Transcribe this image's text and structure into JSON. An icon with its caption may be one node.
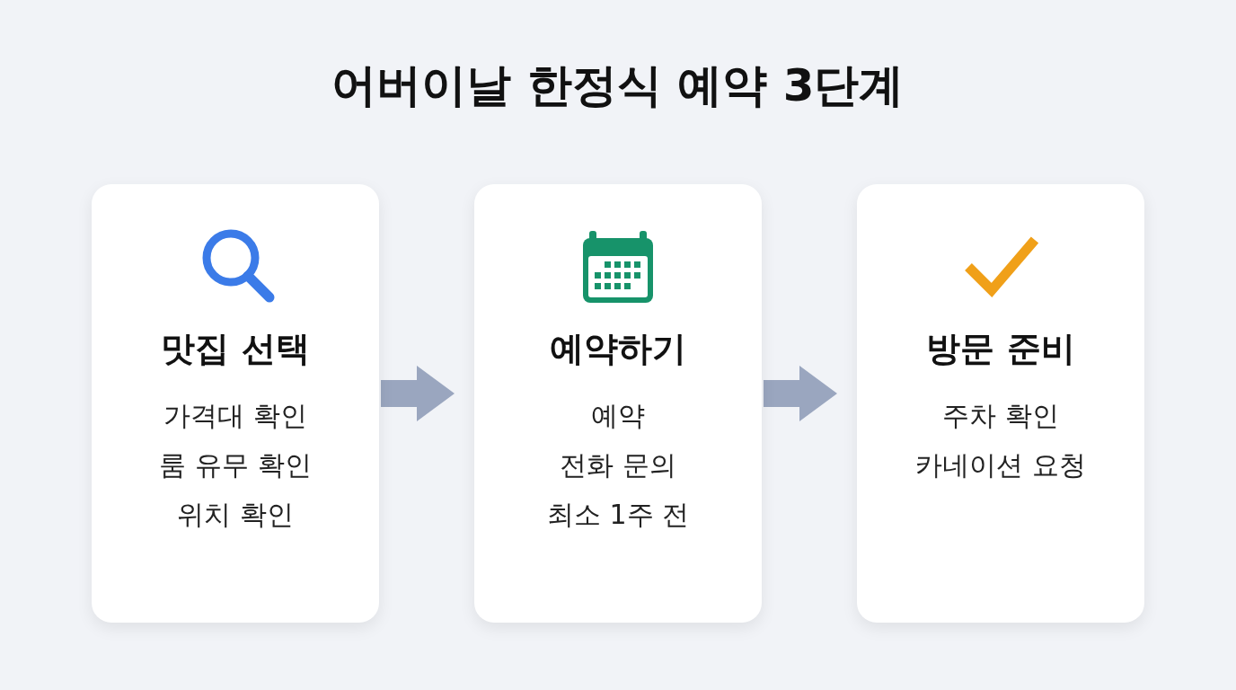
{
  "diagram": {
    "title": "어버이날 한정식 예약 3단계",
    "nodes": [
      {
        "text": [
          "맛집 선택",
          "가격대 확인",
          "룸 유무 확인",
          "위치 확인"
        ]
      },
      {
        "text": [
          "예약하기",
          "예약",
          "전화 문의",
          "최소 1주 전"
        ]
      },
      {
        "text": [
          "방문 준비",
          "주차 확인",
          "카네이션 요청"
        ]
      }
    ],
    "edges": [
      {
        "from": 0,
        "to": 1,
        "arrow": "to"
      },
      {
        "from": 1,
        "to": 2,
        "arrow": "to"
      }
    ]
  }
}
